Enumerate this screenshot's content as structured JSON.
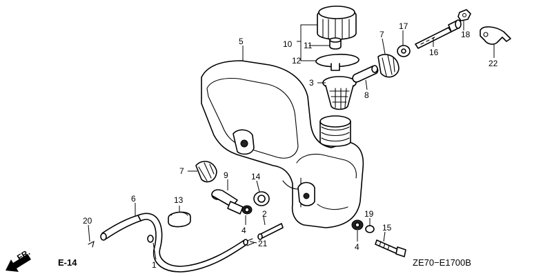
{
  "diagram": {
    "code": "ZE70−E1700B",
    "ref_page": "E-14",
    "direction": "FR.",
    "callouts": {
      "c1": "1",
      "c2": "2",
      "c3": "3",
      "c4a": "4",
      "c4b": "4",
      "c5": "5",
      "c6": "6",
      "c7a": "7",
      "c7b": "7",
      "c8": "8",
      "c9": "9",
      "c10": "10",
      "c11": "11",
      "c12": "12",
      "c13": "13",
      "c14": "14",
      "c15": "15",
      "c16": "16",
      "c17": "17",
      "c18": "18",
      "c19": "19",
      "c20": "20",
      "c21": "21",
      "c22": "22"
    }
  }
}
